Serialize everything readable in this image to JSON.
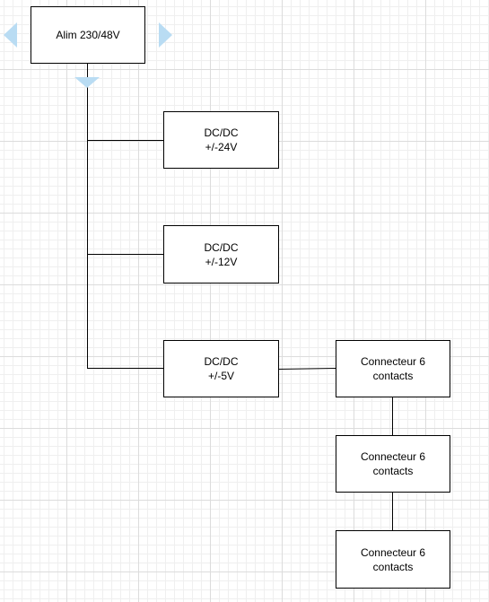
{
  "diagram": {
    "nodes": [
      {
        "id": "alim",
        "label": "Alim 230/48V"
      },
      {
        "id": "dcdc24",
        "label": "DC/DC\n+/-24V"
      },
      {
        "id": "dcdc12",
        "label": "DC/DC\n+/-12V"
      },
      {
        "id": "dcdc5",
        "label": "DC/DC\n+/-5V"
      },
      {
        "id": "conn1",
        "label": "Connecteur 6\ncontacts"
      },
      {
        "id": "conn2",
        "label": "Connecteur 6\ncontacts"
      },
      {
        "id": "conn3",
        "label": "Connecteur 6\ncontacts"
      }
    ],
    "edges": [
      {
        "from": "alim",
        "to": "dcdc24"
      },
      {
        "from": "alim",
        "to": "dcdc12"
      },
      {
        "from": "alim",
        "to": "dcdc5"
      },
      {
        "from": "dcdc5",
        "to": "conn1"
      },
      {
        "from": "conn1",
        "to": "conn2"
      },
      {
        "from": "conn2",
        "to": "conn3"
      }
    ],
    "selection_hint_color": "#b9dcf3",
    "line_color": "#000000"
  }
}
